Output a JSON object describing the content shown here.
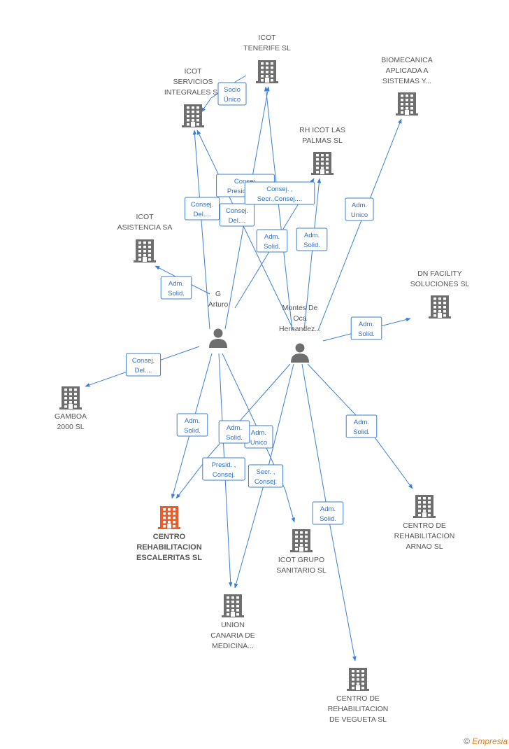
{
  "colors": {
    "edge": "#3a7fd6",
    "building": "#6e6e6e",
    "building_highlight": "#f05a28",
    "person": "#6e6e6e",
    "label": "#555555"
  },
  "nodes": [
    {
      "id": "icot_tenerife",
      "kind": "company",
      "lines": [
        "ICOT",
        "TENERIFE SL"
      ]
    },
    {
      "id": "icot_servicios",
      "kind": "company",
      "lines": [
        "ICOT",
        "SERVICIOS",
        "INTEGRALES SL"
      ]
    },
    {
      "id": "biomecanica",
      "kind": "company",
      "lines": [
        "BIOMECANICA",
        "APLICADA A",
        "SISTEMAS Y..."
      ]
    },
    {
      "id": "rh_icot",
      "kind": "company",
      "lines": [
        "RH ICOT LAS",
        "PALMAS SL"
      ]
    },
    {
      "id": "icot_asistencia",
      "kind": "company",
      "lines": [
        "ICOT",
        "ASISTENCIA SA"
      ]
    },
    {
      "id": "dn_facility",
      "kind": "company",
      "lines": [
        "DN FACILITY",
        "SOLUCIONES SL"
      ]
    },
    {
      "id": "gamboa",
      "kind": "company",
      "lines": [
        "GAMBOA",
        "2000 SL"
      ]
    },
    {
      "id": "centro_escaleritas",
      "kind": "company",
      "highlight": true,
      "lines": [
        "CENTRO",
        "REHABILITACION",
        "ESCALERITAS SL"
      ]
    },
    {
      "id": "icot_grupo",
      "kind": "company",
      "lines": [
        "ICOT GRUPO",
        "SANITARIO SL"
      ]
    },
    {
      "id": "centro_arnao",
      "kind": "company",
      "lines": [
        "CENTRO DE",
        "REHABILITACION",
        "ARNAO SL"
      ]
    },
    {
      "id": "union_canaria",
      "kind": "company",
      "lines": [
        "UNION",
        "CANARIA DE",
        "MEDICINA..."
      ]
    },
    {
      "id": "centro_vegueta",
      "kind": "company",
      "lines": [
        "CENTRO DE",
        "REHABILITACION",
        "DE VEGUETA SL"
      ]
    },
    {
      "id": "person_arturo",
      "kind": "person",
      "lines": [
        "G",
        "Arturo"
      ]
    },
    {
      "id": "person_montes",
      "kind": "person",
      "lines": [
        "Montes De",
        "Oca",
        "Hernandez..."
      ]
    }
  ],
  "edges": [
    {
      "from": "person_arturo",
      "to": "icot_servicios",
      "lines": [
        "Consej.",
        "Del...."
      ]
    },
    {
      "from": "person_arturo",
      "to": "icot_tenerife",
      "lines": [
        "Consej.",
        "Presid.,Co..."
      ]
    },
    {
      "from": "person_arturo",
      "to": "rh_icot",
      "lines": [
        "Adm.",
        "Solid."
      ]
    },
    {
      "from": "person_arturo",
      "to": "icot_asistencia",
      "lines": [
        "Adm.",
        "Solid."
      ]
    },
    {
      "from": "person_arturo",
      "to": "gamboa",
      "lines": [
        "Consej.",
        "Del...."
      ]
    },
    {
      "from": "person_arturo",
      "to": "centro_escaleritas",
      "lines": [
        "Adm.",
        "Solid."
      ]
    },
    {
      "from": "person_arturo",
      "to": "union_canaria",
      "lines": [
        "Presid. ,",
        "Consej."
      ]
    },
    {
      "from": "person_arturo",
      "to": "icot_grupo",
      "lines": [
        "Adm.",
        "Unico"
      ]
    },
    {
      "from": "person_montes",
      "to": "icot_servicios",
      "lines": [
        "Consej.",
        "Del...."
      ]
    },
    {
      "from": "person_montes",
      "to": "icot_tenerife",
      "lines": [
        "Consej. ,",
        "Secr.,Consej...."
      ]
    },
    {
      "from": "person_montes",
      "to": "rh_icot",
      "lines": [
        "Adm.",
        "Solid."
      ]
    },
    {
      "from": "person_montes",
      "to": "biomecanica",
      "lines": [
        "Adm.",
        "Unico"
      ]
    },
    {
      "from": "person_montes",
      "to": "dn_facility",
      "lines": [
        "Adm.",
        "Solid."
      ]
    },
    {
      "from": "person_montes",
      "to": "centro_escaleritas",
      "lines": [
        "Adm.",
        "Solid."
      ]
    },
    {
      "from": "person_montes",
      "to": "union_canaria",
      "lines": [
        "Secr. ,",
        "Consej."
      ]
    },
    {
      "from": "person_montes",
      "to": "centro_arnao",
      "lines": [
        "Adm.",
        "Solid."
      ]
    },
    {
      "from": "person_montes",
      "to": "centro_vegueta",
      "lines": [
        "Adm.",
        "Solid."
      ]
    },
    {
      "from": "icot_tenerife",
      "to": "icot_servicios",
      "lines": [
        "Socio",
        "Único"
      ]
    }
  ],
  "footer": {
    "copyright": "©",
    "brand": "Empresia"
  }
}
